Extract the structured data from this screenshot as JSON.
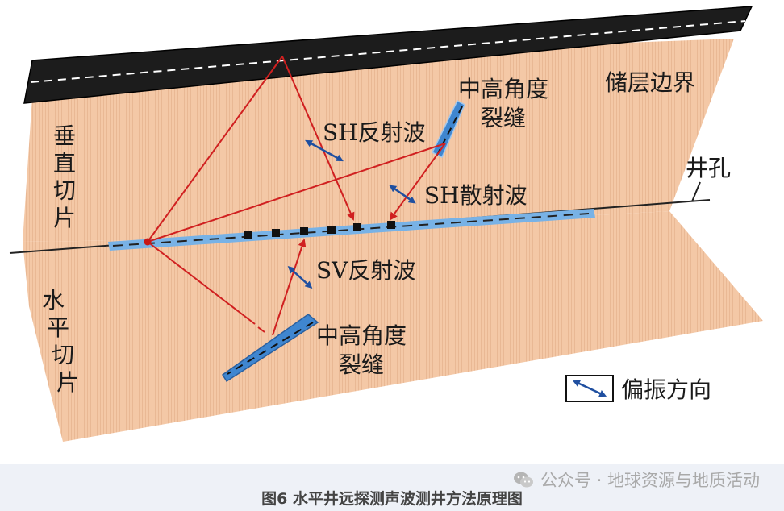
{
  "labels": {
    "reservoir_boundary": "储层边界",
    "vertical_slice": [
      "垂",
      "直",
      "切",
      "片"
    ],
    "horizontal_slice": [
      "水",
      "平",
      "切",
      "片"
    ],
    "borehole": "井孔",
    "sh_reflection": "SH反射波",
    "sh_scatter": "SH散射波",
    "sv_reflection": "SV反射波",
    "fracture_upper": [
      "中高角度",
      "裂缝"
    ],
    "fracture_lower": [
      "中高角度",
      "裂缝"
    ],
    "legend_polarization": "偏振方向"
  },
  "watermark": {
    "text": "公众号 · 地球资源与地质活动",
    "icon": "wechat-icon"
  },
  "caption": "图6 水平井远探测声波测井方法原理图",
  "colors": {
    "slice_fill": "#f4c8a6",
    "boundary_fill": "#1c1c1c",
    "borehole_tool": "#78b2e6",
    "ray": "#d02020",
    "polarization_arrow": "#1f4fa0",
    "fracture_fill": "#3f86d0",
    "caption_bar": "#eef1f7"
  }
}
